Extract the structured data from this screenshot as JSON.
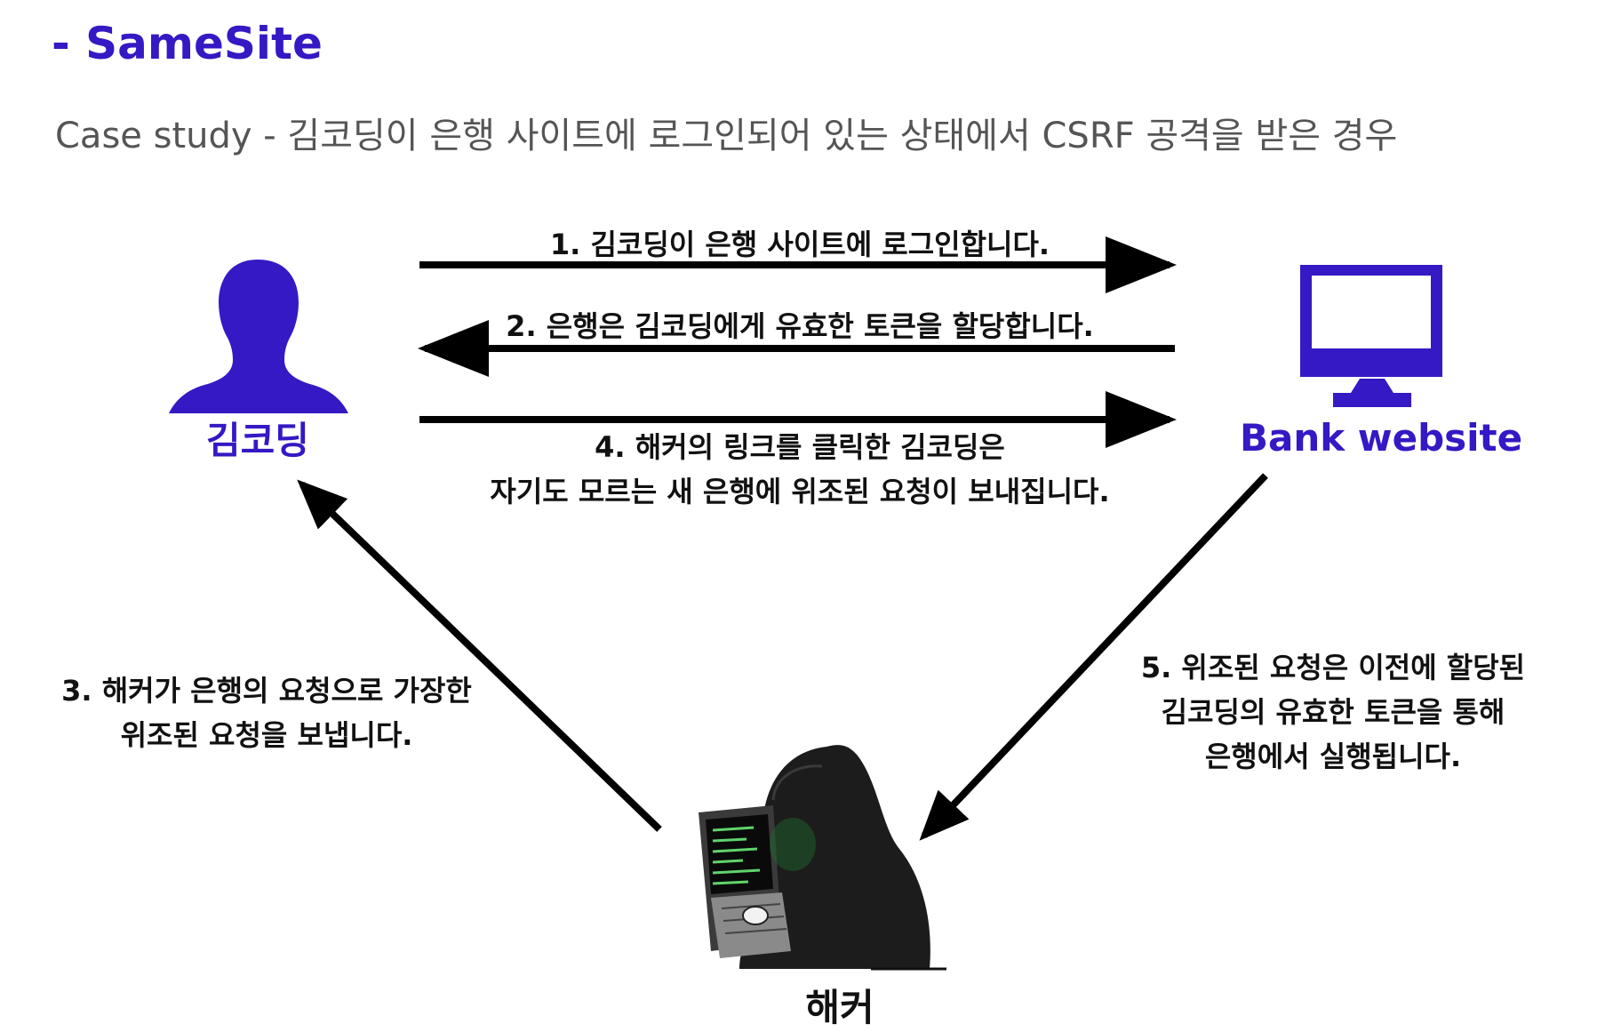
{
  "header": {
    "title": "- SameSite",
    "subtitle": "Case study - 김코딩이 은행 사이트에 로그인되어 있는 상태에서 CSRF 공격을 받은 경우"
  },
  "actors": {
    "user": "김코딩",
    "bank": "Bank website",
    "hacker": "해커"
  },
  "steps": {
    "s1": "1. 김코딩이 은행 사이트에 로그인합니다.",
    "s2": "2. 은행은 김코딩에게 유효한 토큰을 할당합니다.",
    "s3_line1": "3. 해커가 은행의 요청으로 가장한",
    "s3_line2": "위조된 요청을 보냅니다.",
    "s4_line1": "4. 해커의 링크를 클릭한 김코딩은",
    "s4_line2": "자기도 모르는 새 은행에 위조된 요청이 보내집니다.",
    "s5_line1": "5. 위조된 요청은 이전에 할당된",
    "s5_line2": "김코딩의 유효한 토큰을 통해",
    "s5_line3": "은행에서 실행됩니다."
  },
  "colors": {
    "accent": "#3419c4",
    "arrow": "#000000",
    "subtitle": "#555555"
  },
  "icons": {
    "user": "person-silhouette-icon",
    "bank": "monitor-icon",
    "hacker": "hooded-hacker-laptop-icon"
  }
}
